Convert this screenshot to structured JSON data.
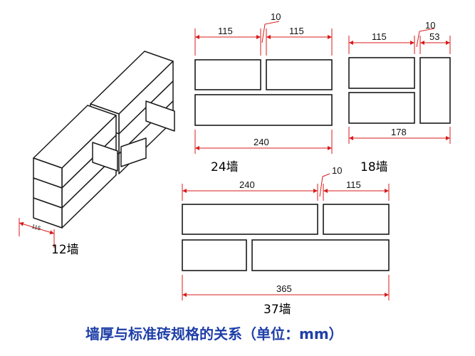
{
  "colors": {
    "dimension": "#d81b1b",
    "caption": "#1f3fa8",
    "outline": "#1a1a1a"
  },
  "wall_12": {
    "label": "12墙",
    "dim_115": "115"
  },
  "wall_24": {
    "label": "24墙",
    "dim_top_left": "115",
    "dim_gap": "10",
    "dim_top_right": "115",
    "dim_bottom": "240"
  },
  "wall_18": {
    "label": "18墙",
    "dim_top_left": "115",
    "dim_gap": "10",
    "dim_top_right": "53",
    "dim_bottom": "178"
  },
  "wall_37": {
    "label": "37墙",
    "dim_top_left": "240",
    "dim_gap": "10",
    "dim_top_right": "115",
    "dim_bottom": "365"
  },
  "caption": "墙厚与标准砖规格的关系（单位：mm）"
}
